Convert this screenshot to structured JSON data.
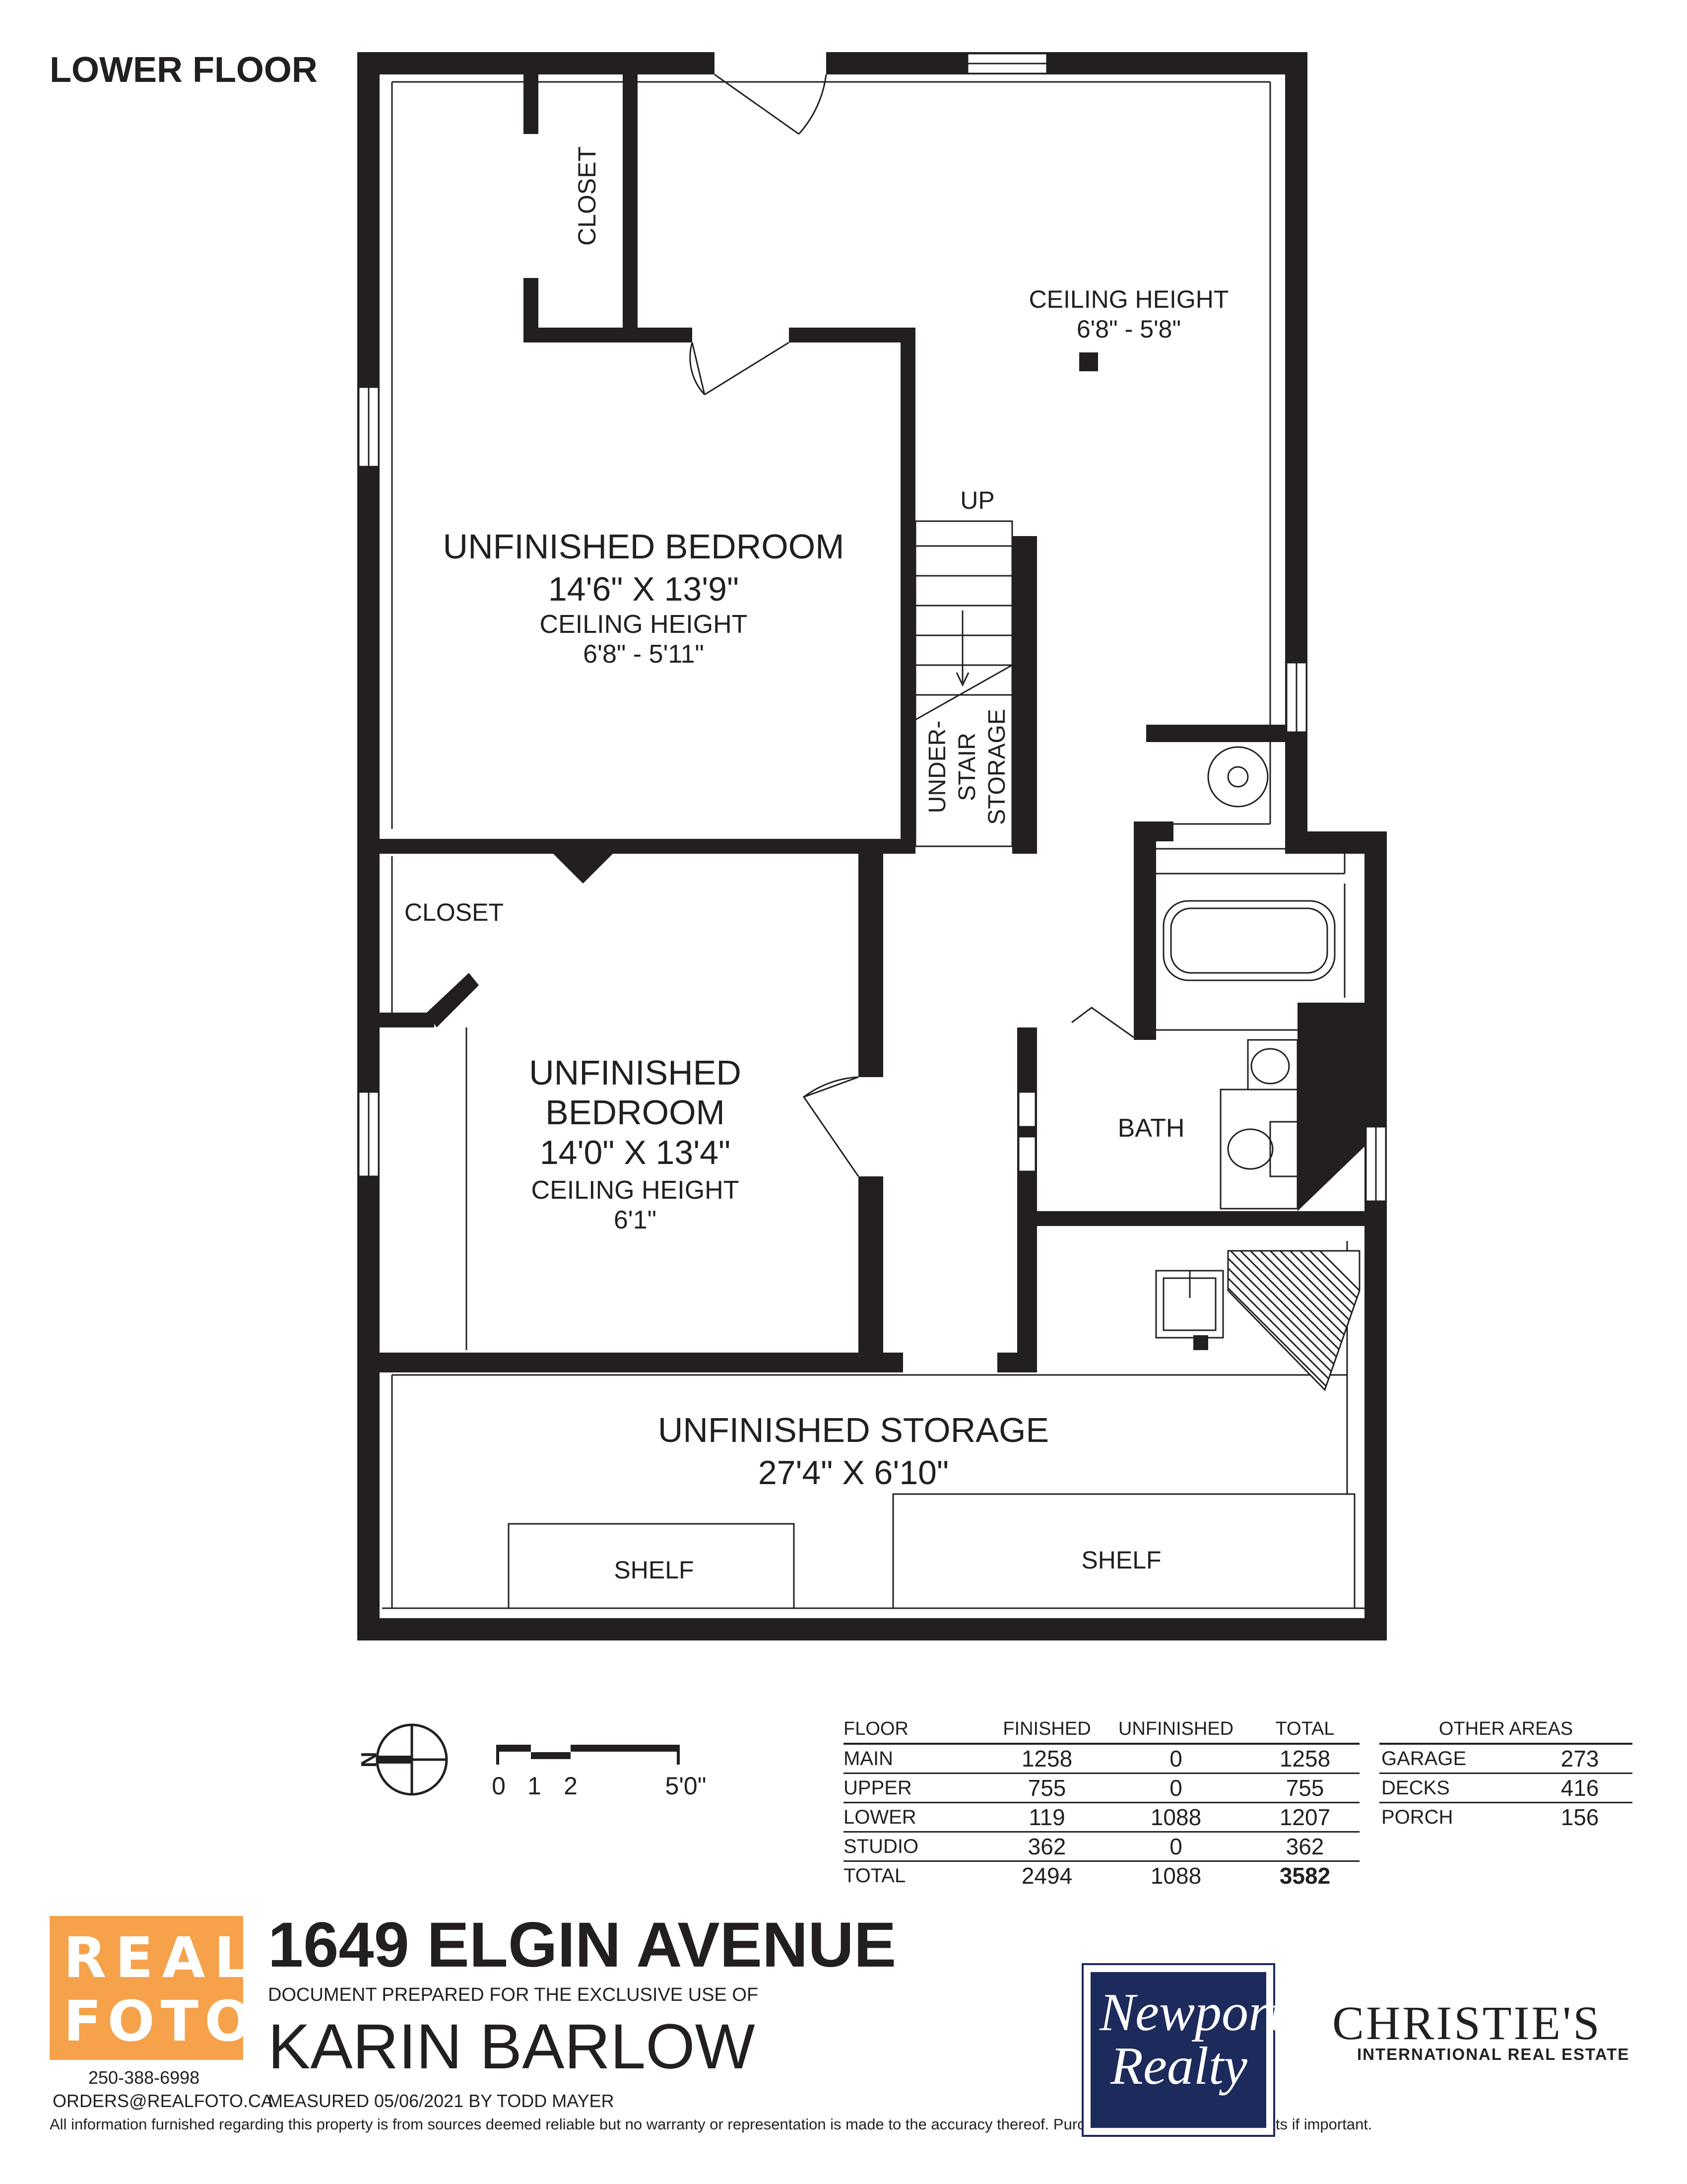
{
  "floor_label": "LOWER FLOOR",
  "rooms": [
    {
      "id": "bedroom1",
      "name_lines": [
        "UNFINISHED BEDROOM"
      ],
      "dimensions": "14'6\" X 13'9\"",
      "ceiling_label": "CEILING HEIGHT",
      "ceiling_value": "6'8\" - 5'11\""
    },
    {
      "id": "bedroom2",
      "name_lines": [
        "UNFINISHED",
        "BEDROOM"
      ],
      "dimensions": "14'0\" X 13'4\"",
      "ceiling_label": "CEILING HEIGHT",
      "ceiling_value": "6'1\""
    },
    {
      "id": "storage",
      "name_lines": [
        "UNFINISHED STORAGE"
      ],
      "dimensions": "27'4\" X 6'10\""
    }
  ],
  "labels": {
    "closet_top": "CLOSET",
    "closet_left": "CLOSET",
    "ceiling_open_label": "CEILING HEIGHT",
    "ceiling_open_value": "6'8\" - 5'8\"",
    "up": "UP",
    "under_stair": [
      "UNDER-",
      "STAIR",
      "STORAGE"
    ],
    "bath": "BATH",
    "shelf_left": "SHELF",
    "shelf_right": "SHELF"
  },
  "compass_label": "N",
  "scale_labels": {
    "t0": "0",
    "t1": "1",
    "t2": "2",
    "t5": "5'0\""
  },
  "area_table": {
    "headers": [
      "FLOOR",
      "FINISHED",
      "UNFINISHED",
      "TOTAL"
    ],
    "rows": [
      [
        "MAIN",
        "1258",
        "0",
        "1258"
      ],
      [
        "UPPER",
        "755",
        "0",
        "755"
      ],
      [
        "LOWER",
        "119",
        "1088",
        "1207"
      ],
      [
        "STUDIO",
        "362",
        "0",
        "362"
      ]
    ],
    "total": [
      "TOTAL",
      "2494",
      "1088",
      "3582"
    ]
  },
  "other_areas": {
    "title": "OTHER AREAS",
    "rows": [
      [
        "GARAGE",
        "273"
      ],
      [
        "DECKS",
        "416"
      ],
      [
        "PORCH",
        "156"
      ]
    ]
  },
  "footer": {
    "logo_line1": "REAL",
    "logo_line2": "FOTO",
    "phone": "250-388-6998",
    "email": "ORDERS@REALFOTO.CA",
    "address": "1649 ELGIN AVENUE",
    "prepared_for": "DOCUMENT PREPARED FOR THE EXCLUSIVE USE OF",
    "client": "KARIN BARLOW",
    "measured": "MEASURED  05/06/2021   BY TODD MAYER",
    "disclaimer": "All information furnished regarding this property is from sources deemed reliable but no warranty or representation is made to the accuracy thereof. Purchaser to verify measurements if important.",
    "newport_line1": "Newport",
    "newport_line2": "Realty",
    "christies_line1": "CHRISTIE'S",
    "christies_line2": "INTERNATIONAL REAL ESTATE"
  }
}
